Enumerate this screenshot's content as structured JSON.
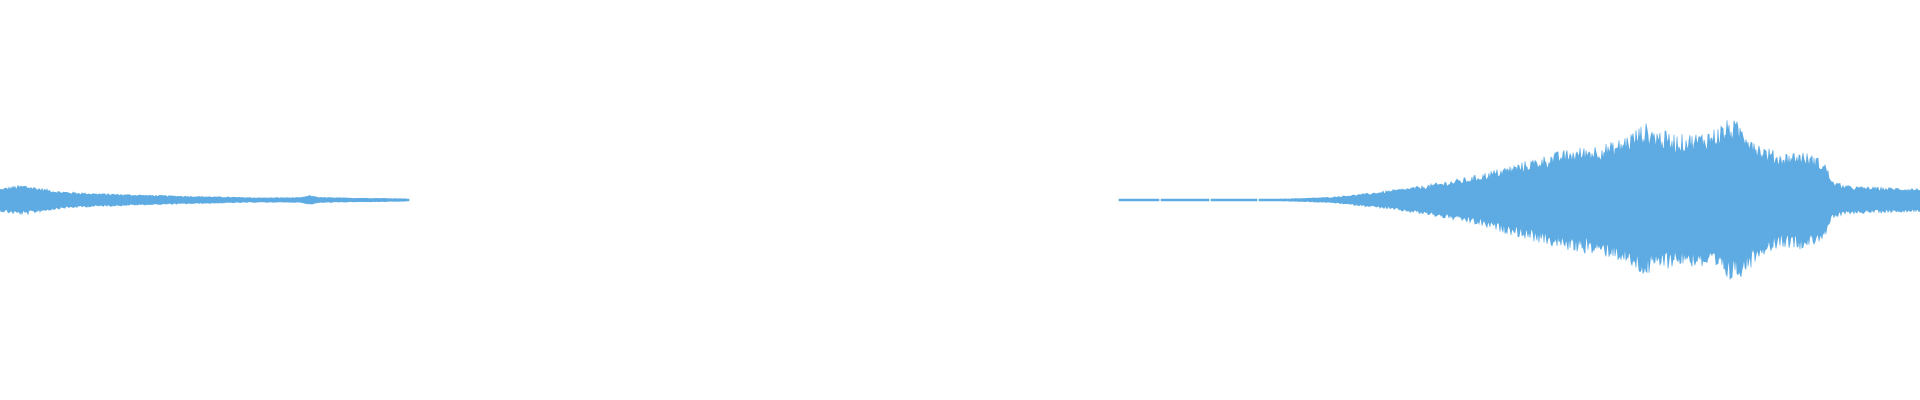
{
  "waveform": {
    "color": "#5dabe2",
    "background": "#ffffff",
    "envelope": [
      [
        0,
        0.05
      ],
      [
        12,
        0.06
      ],
      [
        25,
        0.065
      ],
      [
        40,
        0.052
      ],
      [
        60,
        0.038
      ],
      [
        90,
        0.03
      ],
      [
        130,
        0.024
      ],
      [
        180,
        0.018
      ],
      [
        220,
        0.014
      ],
      [
        260,
        0.01
      ],
      [
        300,
        0.011
      ],
      [
        310,
        0.02
      ],
      [
        320,
        0.012
      ],
      [
        350,
        0.009
      ],
      [
        380,
        0.008
      ],
      [
        405,
        0.006
      ],
      [
        410,
        0.0
      ],
      [
        1118,
        0.0
      ],
      [
        1120,
        0.004
      ],
      [
        1150,
        0.004
      ],
      [
        1160,
        0.0
      ],
      [
        1175,
        0.004
      ],
      [
        1200,
        0.004
      ],
      [
        1210,
        0.0
      ],
      [
        1220,
        0.004
      ],
      [
        1250,
        0.004
      ],
      [
        1258,
        0.0
      ],
      [
        1275,
        0.004
      ],
      [
        1300,
        0.007
      ],
      [
        1330,
        0.012
      ],
      [
        1370,
        0.03
      ],
      [
        1420,
        0.06
      ],
      [
        1470,
        0.1
      ],
      [
        1520,
        0.16
      ],
      [
        1560,
        0.21
      ],
      [
        1600,
        0.24
      ],
      [
        1615,
        0.25
      ],
      [
        1630,
        0.29
      ],
      [
        1645,
        0.33
      ],
      [
        1660,
        0.3
      ],
      [
        1680,
        0.28
      ],
      [
        1700,
        0.29
      ],
      [
        1715,
        0.31
      ],
      [
        1730,
        0.35
      ],
      [
        1745,
        0.32
      ],
      [
        1760,
        0.24
      ],
      [
        1780,
        0.2
      ],
      [
        1800,
        0.21
      ],
      [
        1815,
        0.19
      ],
      [
        1825,
        0.16
      ],
      [
        1833,
        0.08
      ],
      [
        1850,
        0.06
      ],
      [
        1880,
        0.055
      ],
      [
        1920,
        0.05
      ]
    ]
  }
}
